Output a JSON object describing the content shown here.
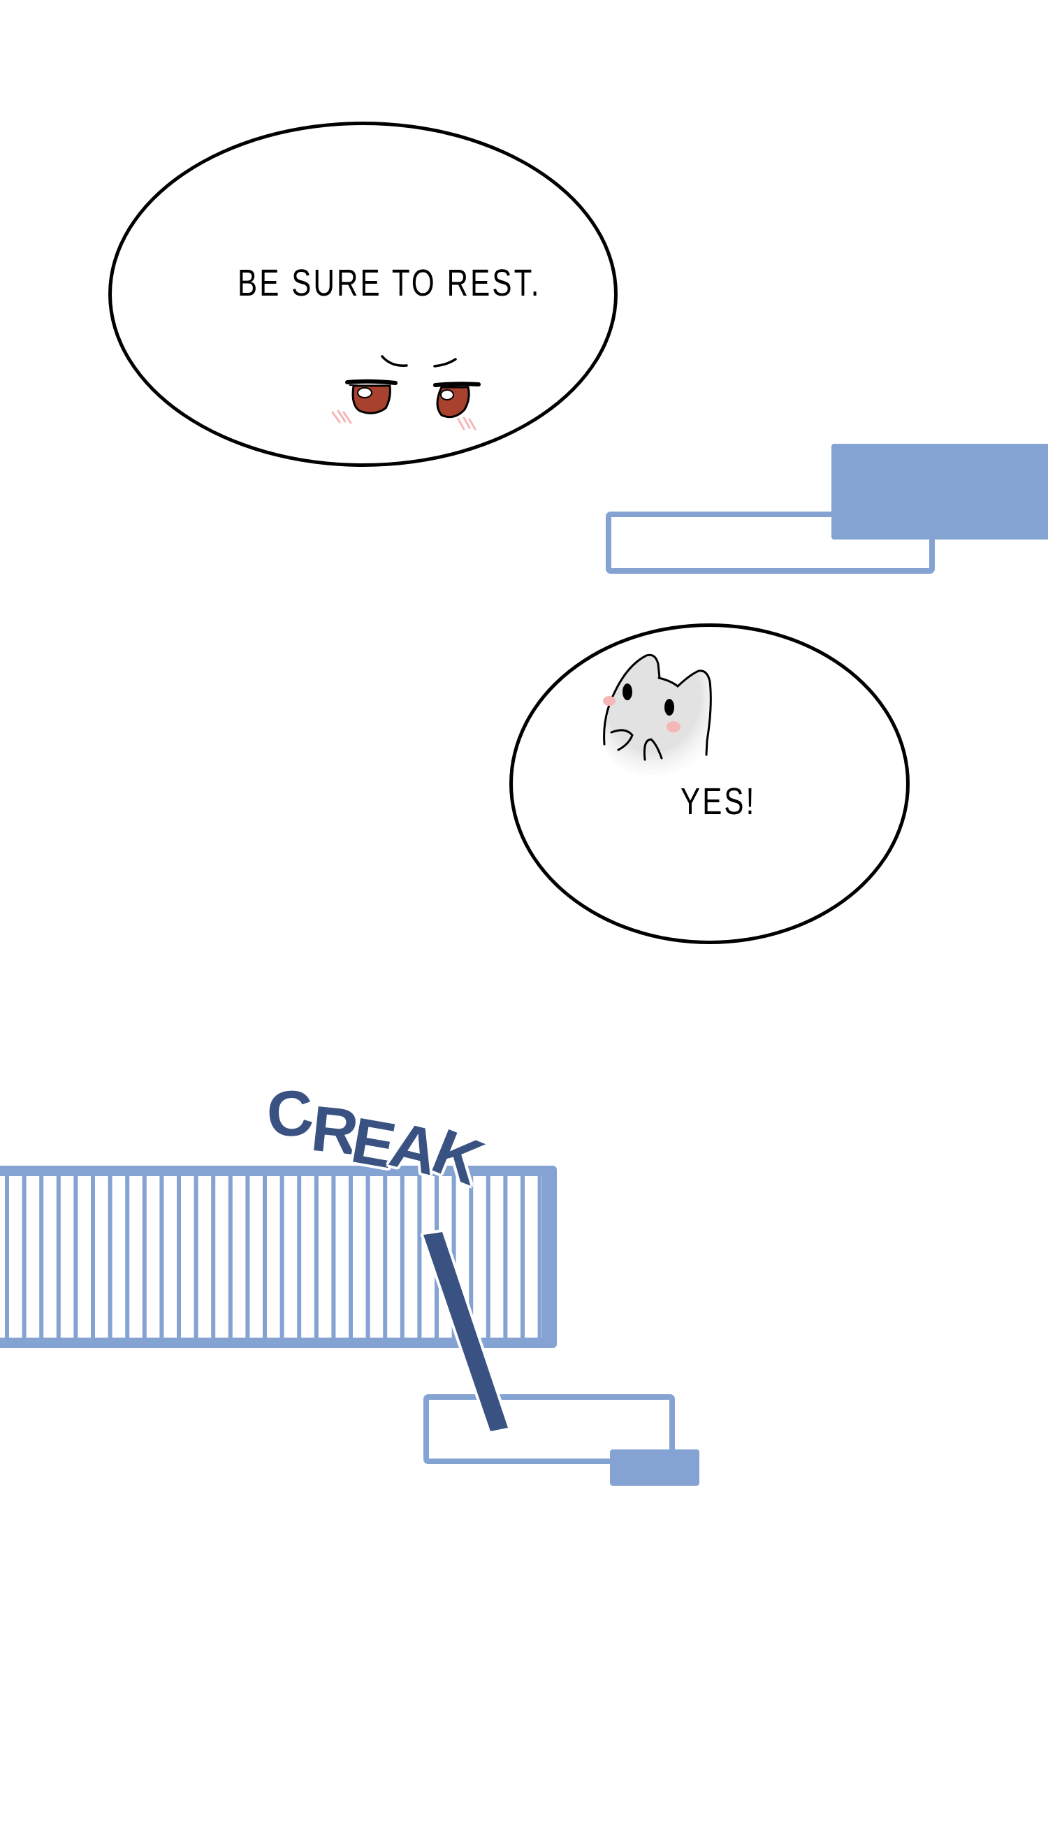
{
  "panel1": {
    "bubble_text": "BE SURE TO REST.",
    "character": "red-eyed-face-peeking"
  },
  "panel2": {
    "bubble_text": "YES!",
    "character": "grey-cat-head"
  },
  "panel3": {
    "sound_effect": {
      "letters": [
        "C",
        "R",
        "E",
        "A",
        "K"
      ],
      "text": "CREAK"
    },
    "object": "gate"
  },
  "colors": {
    "accent_blue": "#84A3D2",
    "dark_blue": "#3A5282",
    "outline": "#000000",
    "eye_red": "#A8412E",
    "blush_pink": "#F4B6B6",
    "cat_grey": "#E2E2E2"
  }
}
